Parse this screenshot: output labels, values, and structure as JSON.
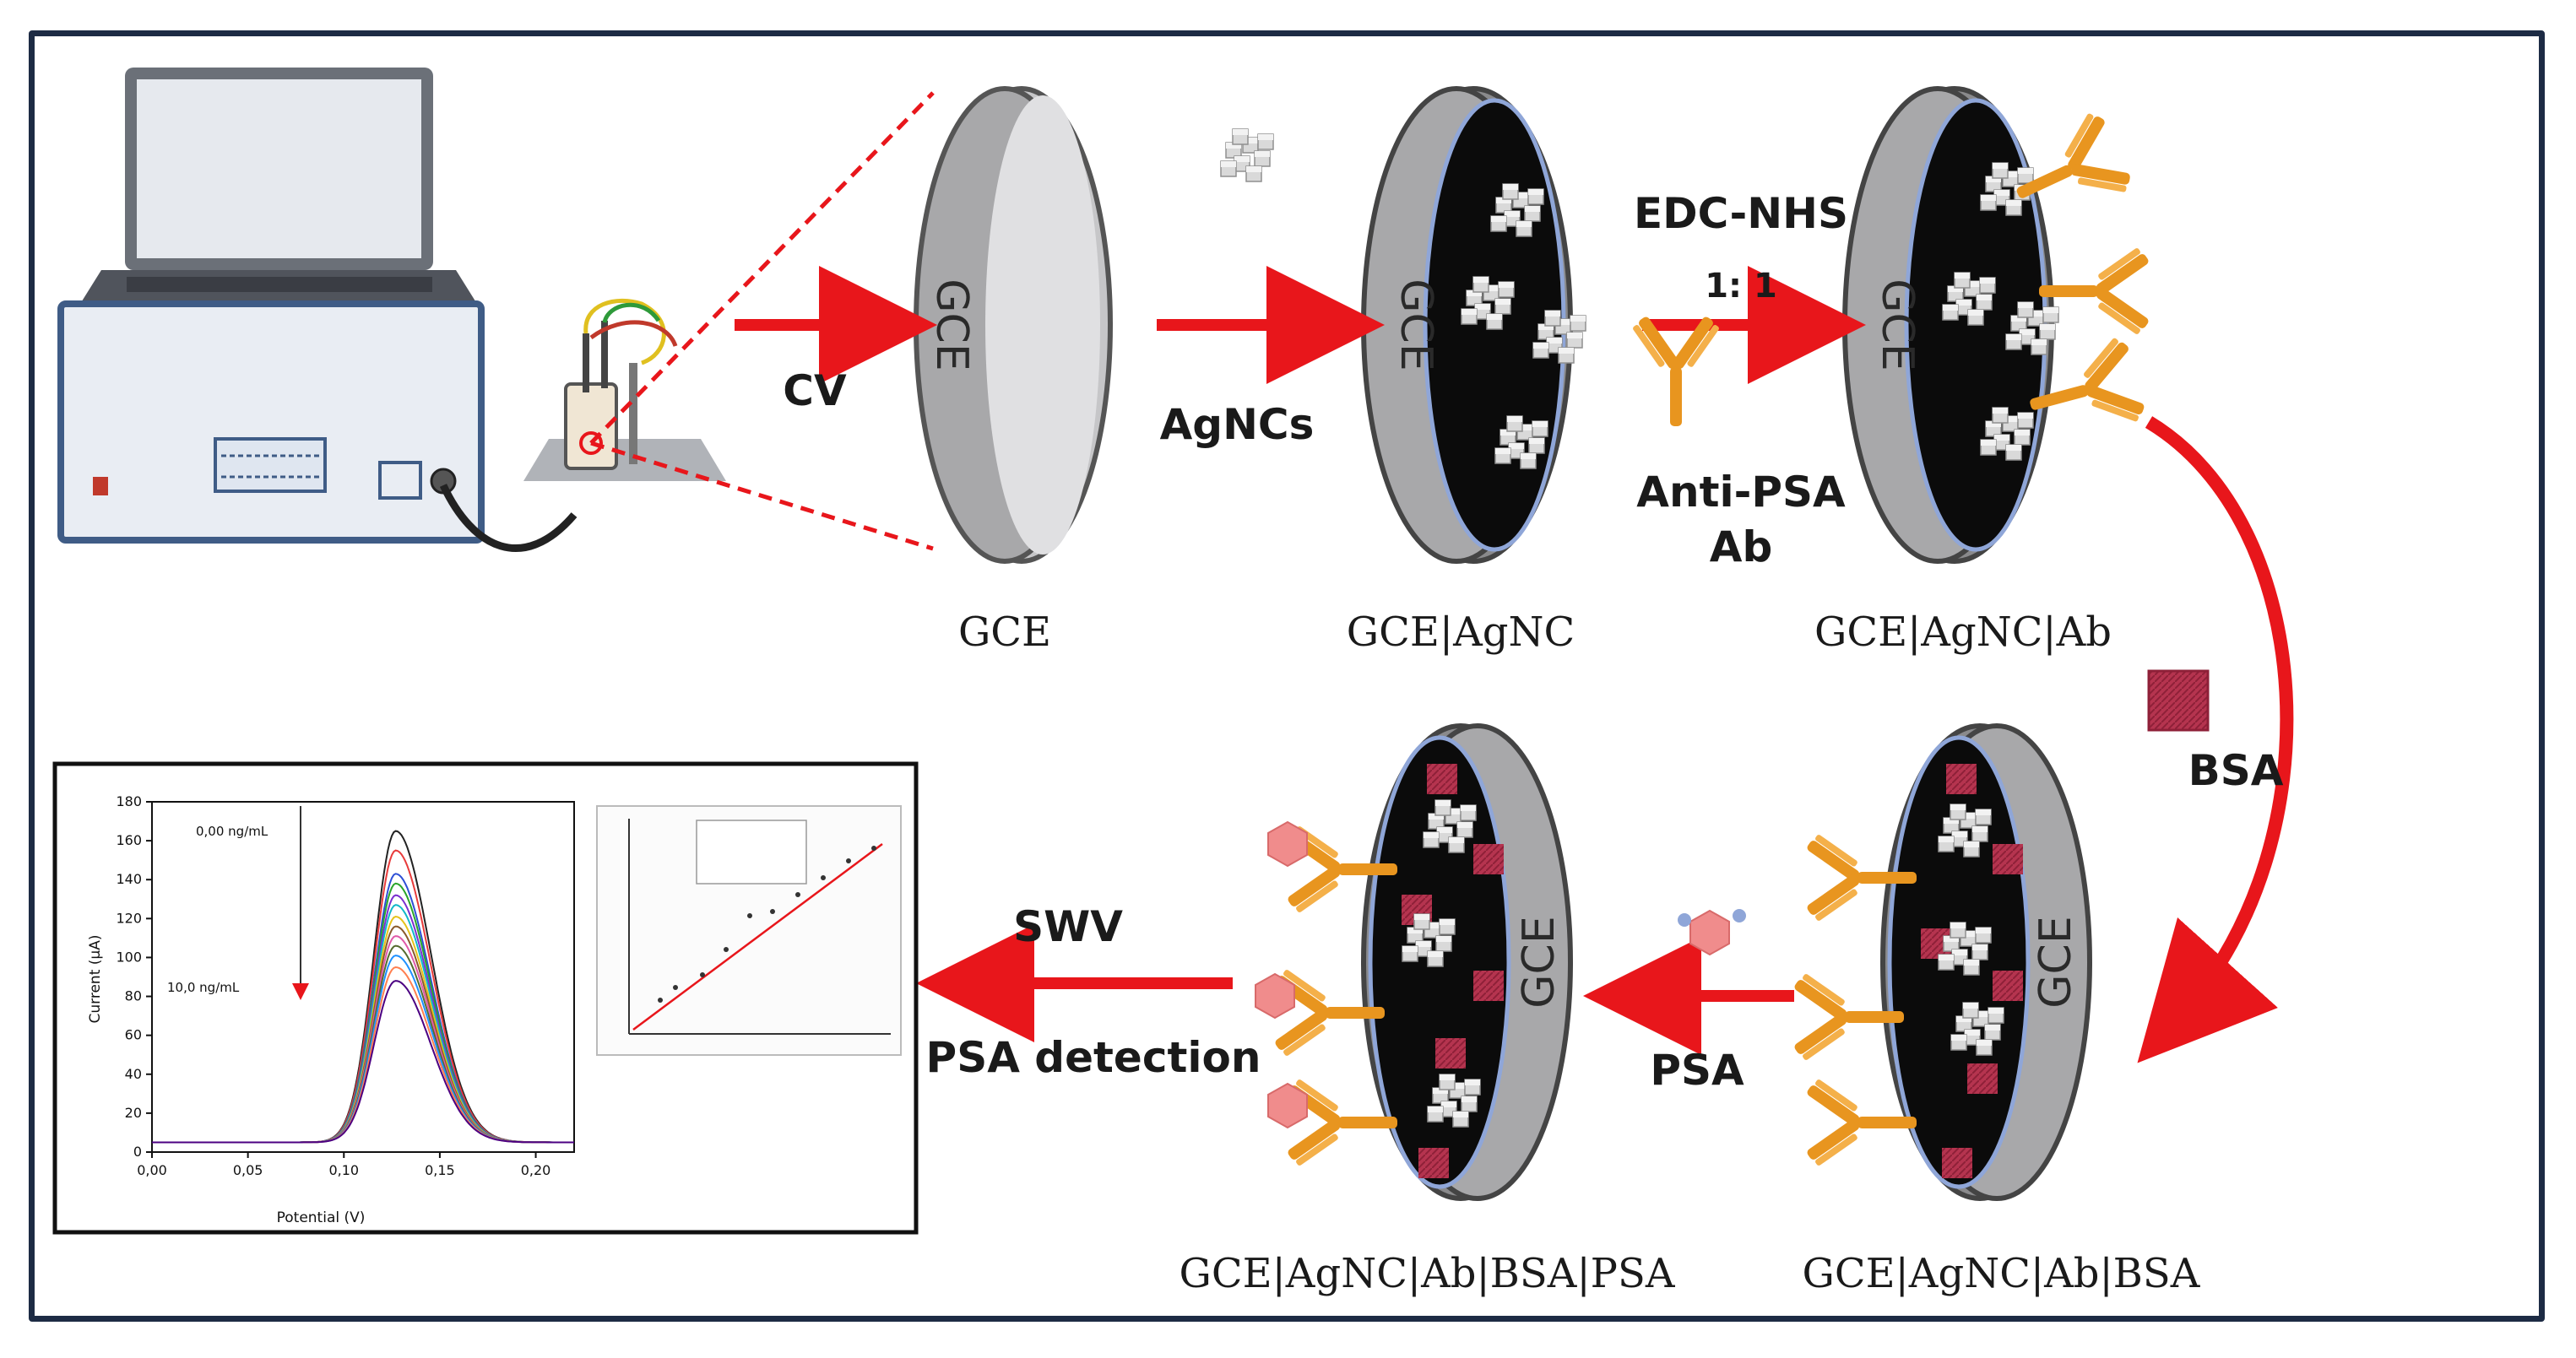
{
  "steps": {
    "cv": "CV",
    "agncs": "AgNCs",
    "edc_nhs": "EDC-NHS",
    "ratio": "1: 1",
    "anti_psa_1": "Anti-PSA",
    "anti_psa_2": "Ab",
    "bsa": "BSA",
    "psa": "PSA",
    "swv": "SWV",
    "psa_detection": "PSA detection"
  },
  "electrode_label": "GCE",
  "captions": {
    "gce": "GCE",
    "gce_agnc": "GCE|AgNC",
    "gce_agnc_ab": "GCE|AgNC|Ab",
    "gce_agnc_ab_bsa": "GCE|AgNC|Ab|BSA",
    "gce_agnc_ab_bsa_psa": "GCE|AgNC|Ab|BSA|PSA"
  },
  "colors": {
    "arrow": "#e8161b",
    "frame": "#1d2b44",
    "antibody": "#e8951f",
    "bsa": "#b5344f",
    "psa": "#f08c8c",
    "electrode_face": "#0b0b0b",
    "electrode_rim": "#a8a8aa"
  },
  "swv_chart": {
    "top_annotation": "0,00 ng/mL",
    "bottom_annotation": "10,0 ng/mL",
    "xlabel": "Potential (V)",
    "ylabel": "Current (µA)",
    "xticks": [
      "0,00",
      "0,05",
      "0,10",
      "0,15",
      "0,20"
    ],
    "yticks": [
      "0",
      "20",
      "40",
      "60",
      "80",
      "100",
      "120",
      "140",
      "160",
      "180"
    ]
  },
  "chart_data": {
    "type": "line",
    "xlabel": "Potential (V)",
    "ylabel": "Current (µA)",
    "xlim": [
      0.0,
      0.22
    ],
    "ylim": [
      0,
      180
    ],
    "peak_potential": 0.127,
    "baseline": 5,
    "series": [
      {
        "peak": 165,
        "color": "#222222"
      },
      {
        "peak": 155,
        "color": "#e83b3b"
      },
      {
        "peak": 143,
        "color": "#2d4fd6"
      },
      {
        "peak": 138,
        "color": "#2aa52a"
      },
      {
        "peak": 132,
        "color": "#7b2fd0"
      },
      {
        "peak": 127,
        "color": "#12b8c8"
      },
      {
        "peak": 121,
        "color": "#e6c21a"
      },
      {
        "peak": 116,
        "color": "#8a5a2b"
      },
      {
        "peak": 111,
        "color": "#e05aa8"
      },
      {
        "peak": 106,
        "color": "#556b2f"
      },
      {
        "peak": 101,
        "color": "#1e90ff"
      },
      {
        "peak": 95,
        "color": "#ff7f50"
      },
      {
        "peak": 88,
        "color": "#4b0082"
      }
    ]
  }
}
